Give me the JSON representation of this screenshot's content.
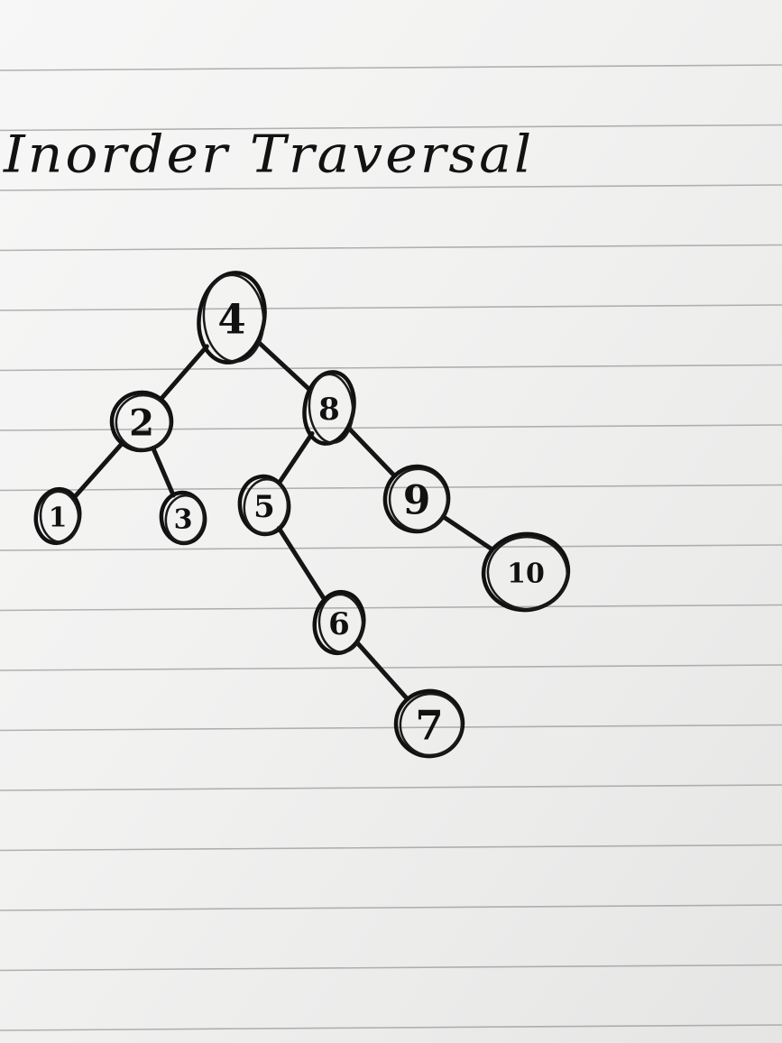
{
  "title": "Inorder Traversal",
  "ink_color": "#111111",
  "paper_color": "#f2f1f0",
  "line_color": "#9a9a9a",
  "tree": {
    "nodes": [
      {
        "id": "4",
        "label": "4"
      },
      {
        "id": "2",
        "label": "2"
      },
      {
        "id": "1",
        "label": "1"
      },
      {
        "id": "3",
        "label": "3"
      },
      {
        "id": "8",
        "label": "8"
      },
      {
        "id": "5",
        "label": "5"
      },
      {
        "id": "6",
        "label": "6"
      },
      {
        "id": "7",
        "label": "7"
      },
      {
        "id": "9",
        "label": "9"
      },
      {
        "id": "10",
        "label": "10"
      }
    ],
    "edges": [
      {
        "from": "4",
        "to": "2"
      },
      {
        "from": "4",
        "to": "8"
      },
      {
        "from": "2",
        "to": "1"
      },
      {
        "from": "2",
        "to": "3"
      },
      {
        "from": "8",
        "to": "5"
      },
      {
        "from": "8",
        "to": "9"
      },
      {
        "from": "5",
        "to": "6"
      },
      {
        "from": "6",
        "to": "7"
      },
      {
        "from": "9",
        "to": "10"
      }
    ]
  }
}
